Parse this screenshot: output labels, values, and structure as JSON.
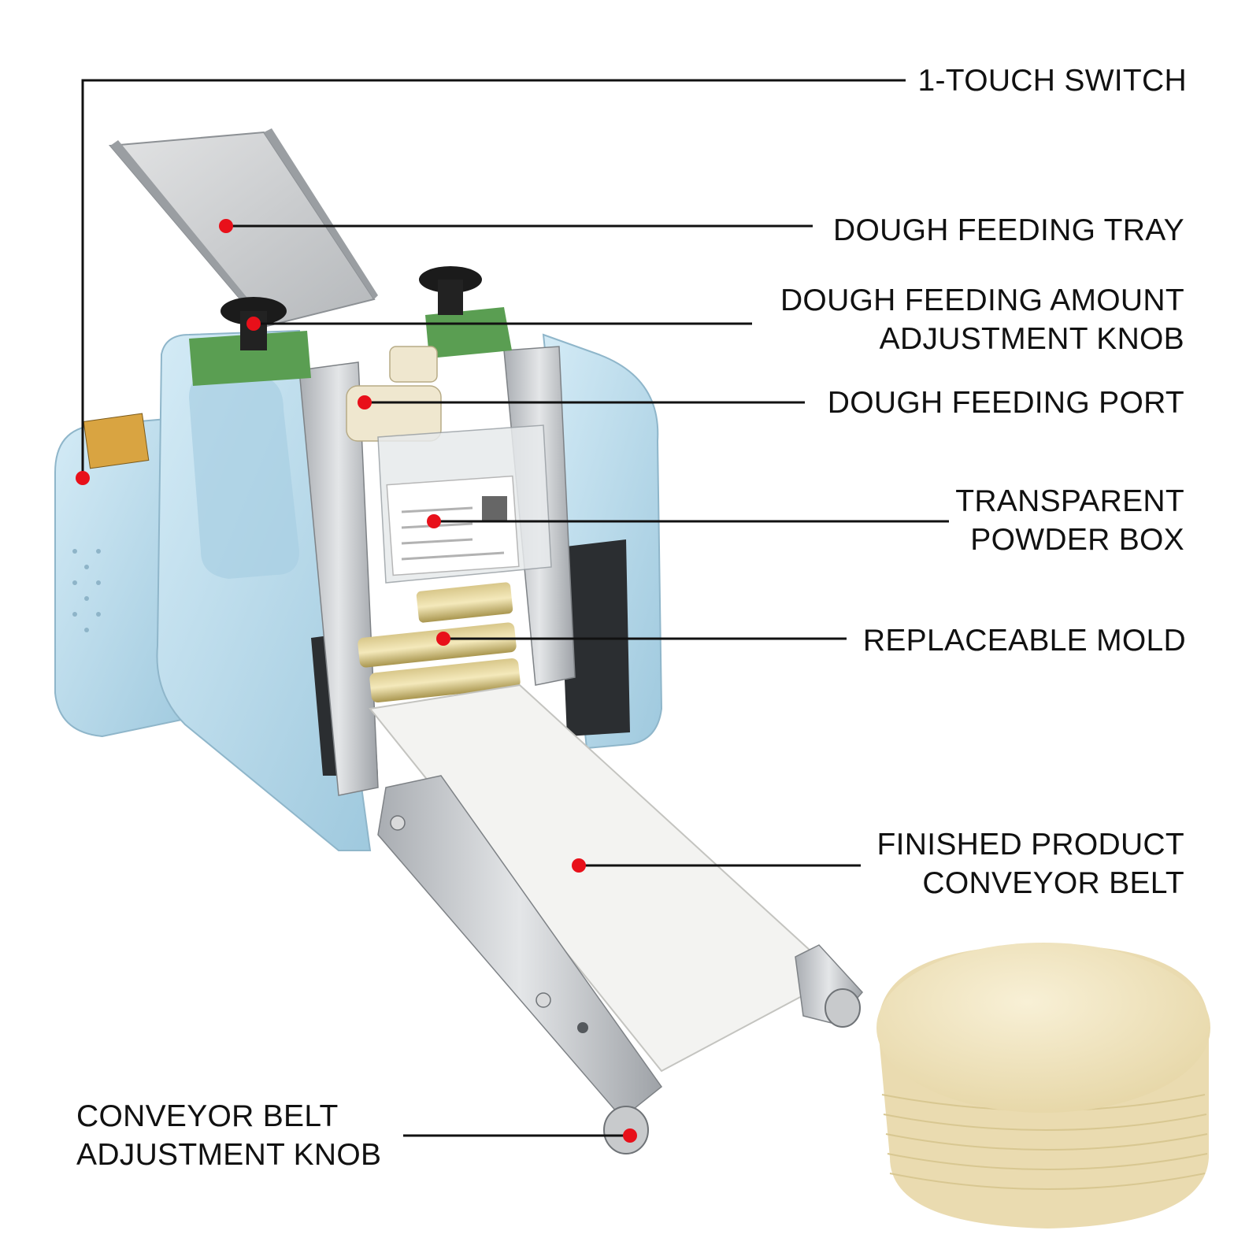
{
  "colors": {
    "leader": "#111111",
    "dot": "#e8101a",
    "machine_body": "#bcdcec",
    "steel": "#c9ccd0",
    "belt": "#f3f3f1",
    "dough": "#f1e6c4"
  },
  "callouts": [
    {
      "id": "one-touch-switch",
      "lines": [
        "1-TOUCH SWITCH"
      ]
    },
    {
      "id": "dough-feeding-tray",
      "lines": [
        "DOUGH FEEDING TRAY"
      ]
    },
    {
      "id": "feeding-amount-knob",
      "lines": [
        "DOUGH FEEDING AMOUNT",
        "ADJUSTMENT KNOB"
      ]
    },
    {
      "id": "dough-feeding-port",
      "lines": [
        "DOUGH FEEDING PORT"
      ]
    },
    {
      "id": "powder-box",
      "lines": [
        "TRANSPARENT",
        "POWDER BOX"
      ]
    },
    {
      "id": "replaceable-mold",
      "lines": [
        "REPLACEABLE MOLD"
      ]
    },
    {
      "id": "conveyor-belt",
      "lines": [
        "FINISHED PRODUCT",
        "CONVEYOR BELT"
      ]
    },
    {
      "id": "belt-adjust-knob",
      "lines": [
        "CONVEYOR BELT",
        "ADJUSTMENT KNOB"
      ]
    }
  ]
}
